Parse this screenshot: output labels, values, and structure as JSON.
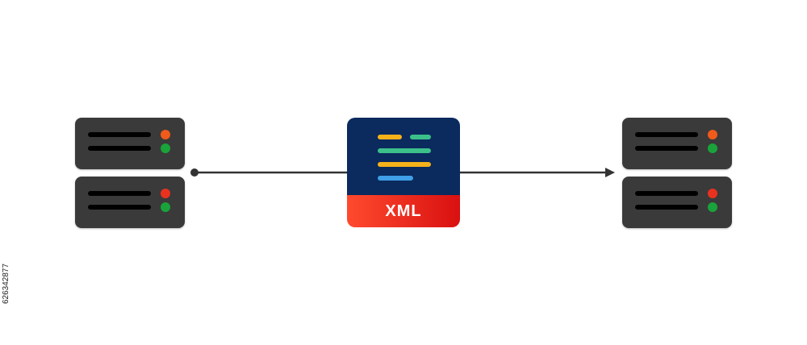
{
  "colors": {
    "background": "#ffffff",
    "server_body": "#3a3a3a",
    "server_bar": "#000000",
    "led_orange": "#f05a1a",
    "led_red": "#e8321e",
    "led_green": "#1aa33a",
    "connector": "#333333",
    "xml_top": "#0b2a5e",
    "xml_bottom_start": "#ff4a2e",
    "xml_bottom_end": "#d91010",
    "xml_line_yellow": "#f5b21a",
    "xml_line_green": "#3cc08a",
    "xml_line_blue": "#3fa0e8"
  },
  "diagram": {
    "source_server": {
      "units": [
        {
          "leds": [
            "orange",
            "green"
          ]
        },
        {
          "leds": [
            "red",
            "green"
          ]
        }
      ]
    },
    "target_server": {
      "units": [
        {
          "leds": [
            "orange",
            "green"
          ]
        },
        {
          "leds": [
            "red",
            "green"
          ]
        }
      ]
    },
    "document": {
      "label": "XML",
      "icon": "xml-file-icon"
    },
    "connector": {
      "start": "dot",
      "end": "arrow"
    }
  },
  "watermark": {
    "id_text": "626342877"
  }
}
